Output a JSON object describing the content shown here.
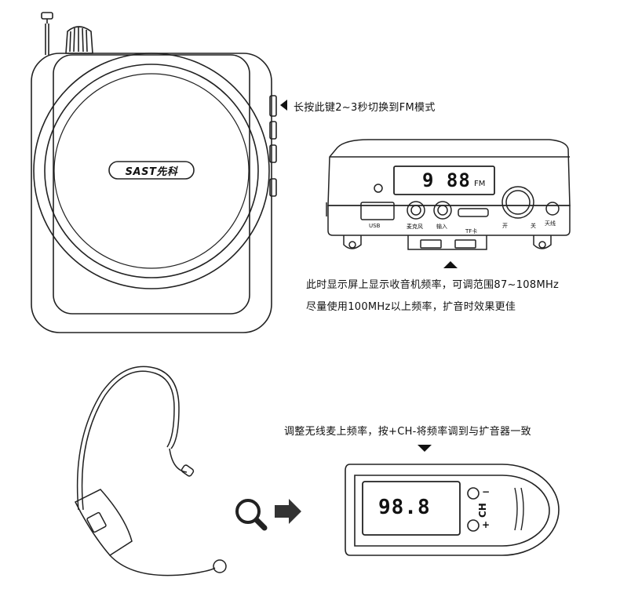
{
  "speaker": {
    "brand_logo": "SAST先科",
    "long_press_note": "长按此键2~3秒切换到FM模式"
  },
  "panel": {
    "display_value": "9 88",
    "display_unit": "FM",
    "usb_label": "USB",
    "mic_label": "麦克风",
    "input_label": "输入",
    "tf_label": "TF卡",
    "on_label": "开",
    "off_label": "关",
    "antenna_label": "天线",
    "note_line1": "此时显示屏上显示收音机频率，可调范围87~108MHz",
    "note_line2": "尽量使用100MHz以上频率，扩音时效果更佳"
  },
  "mic": {
    "note": "调整无线麦上频率，按+CH-将频率调到与扩音器一致",
    "display_value": "98.8",
    "ch_label": "CH",
    "plus_label": "+",
    "minus_label": "−"
  },
  "icons": [
    "magnifier-icon",
    "arrow-right-icon",
    "arrow-left-icon",
    "arrow-up-icon",
    "arrow-down-icon"
  ]
}
